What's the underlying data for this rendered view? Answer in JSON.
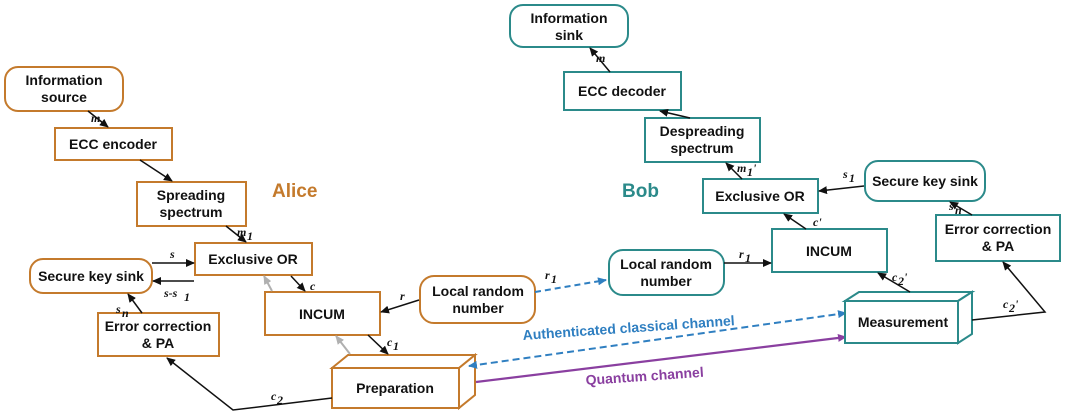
{
  "colors": {
    "alice": "#c47a2c",
    "bob": "#2b8a8a",
    "classical": "#2f7fc1",
    "quantum": "#8a3fa0",
    "arrow": "#111111",
    "gray_arrow": "#b0b0b0"
  },
  "parties": {
    "alice": "Alice",
    "bob": "Bob"
  },
  "alice": {
    "info_source": [
      "Information",
      "source"
    ],
    "ecc_encoder": "ECC encoder",
    "spreading": [
      "Spreading",
      "spectrum"
    ],
    "xor": "Exclusive OR",
    "key_sink": "Secure key sink",
    "error_corr": [
      "Error correction",
      "& PA"
    ],
    "incum": "INCUM",
    "preparation": "Preparation"
  },
  "shared": {
    "local_random": [
      "Local random",
      "number"
    ]
  },
  "bob": {
    "info_sink": [
      "Information",
      "sink"
    ],
    "ecc_decoder": "ECC decoder",
    "despreading": [
      "Despreading",
      "spectrum"
    ],
    "xor": "Exclusive OR",
    "key_sink": "Secure key sink",
    "local_random": [
      "Local random",
      "number"
    ],
    "incum": "INCUM",
    "error_corr": [
      "Error correction",
      "& PA"
    ],
    "measurement": "Measurement"
  },
  "channels": {
    "classical": "Authenticated classical channel",
    "quantum": "Quantum channel"
  },
  "labels": {
    "m_alice": "m",
    "m1_alice": "m",
    "m1_sub": "1",
    "s_alice": "s",
    "s_minus": "s-s",
    "s_minus_sub": "1",
    "c_alice": "c",
    "r_alice": "r",
    "c1": "c",
    "c1_sub": "1",
    "sn_alice": "s",
    "sn_sub": "n",
    "c2": "c",
    "c2_sub": "2",
    "r1_link": "r",
    "r1_sub": "1",
    "m_bob": "m",
    "m1p": "m",
    "m1p_sub": "1",
    "m1p_prime": "'",
    "s1_bob": "s",
    "s1_sub": "1",
    "cp": "c'",
    "r1_bob": "r",
    "r1_bob_sub": "1",
    "sn_bob": "s",
    "sn_bob_sub": "n",
    "c2p": "c",
    "c2p_sub": "2",
    "c2p_prime": "'",
    "c2p_right": "c",
    "c2p_right_sub": "2",
    "c2p_right_prime": "'"
  }
}
